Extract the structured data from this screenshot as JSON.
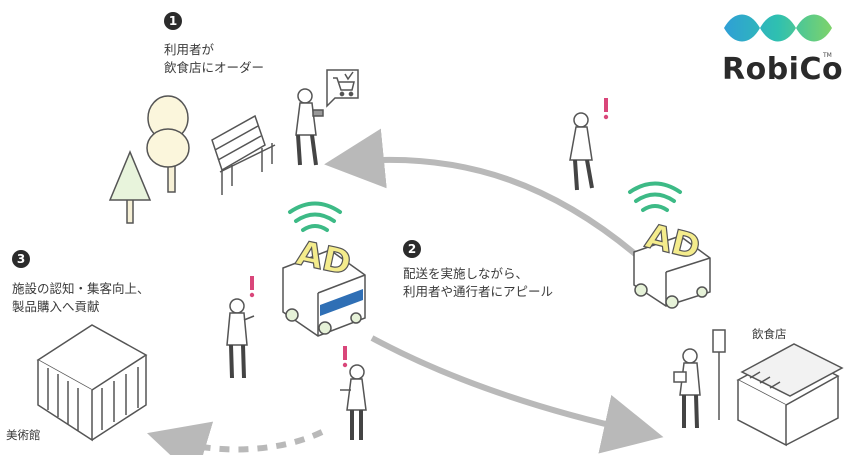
{
  "brand": {
    "name": "RobiCo",
    "trademark": "TM"
  },
  "steps": [
    {
      "number": "1",
      "lines": [
        "利用者が",
        "飲食店にオーダー"
      ]
    },
    {
      "number": "2",
      "lines": [
        "配送を実施しながら、",
        "利用者や通行者にアピール"
      ]
    },
    {
      "number": "3",
      "lines": [
        "施設の認知・集客向上、",
        "製品購入へ貢献"
      ]
    }
  ],
  "places": {
    "restaurant": "飲食店",
    "museum": "美術館"
  },
  "robot_text": "AD",
  "colors": {
    "robot_yellow": "#f4ec8c",
    "robot_blue": "#2f6fb5",
    "wifi_green": "#3dba86",
    "alert_pink": "#d9467a",
    "tree_green": "#e8f4dc",
    "tree_cream": "#fbf6dc",
    "arrow_gray": "#b9b9b9"
  },
  "icons": [
    "shopping-cart-icon",
    "wifi-signal-icon",
    "exclamation-icon",
    "bench-icon",
    "tree-icon",
    "museum-building-icon",
    "restaurant-building-icon",
    "robot-icon",
    "person-icon",
    "logo-waves-icon"
  ]
}
